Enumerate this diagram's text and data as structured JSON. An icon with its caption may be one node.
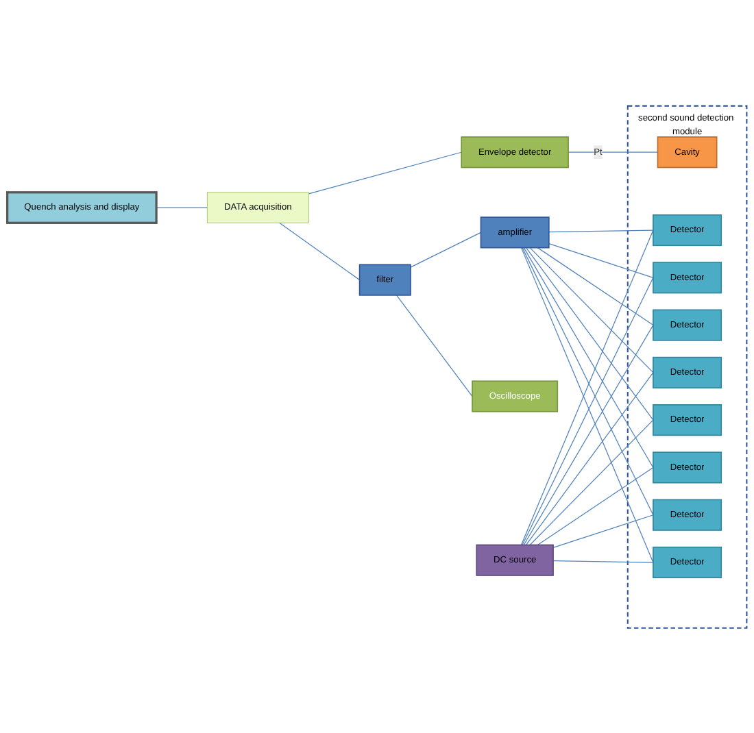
{
  "diagram": {
    "nodes": [
      {
        "text": [
          "second sound detection module"
        ]
      },
      {
        "text": [
          "Quench analysis and display"
        ]
      },
      {
        "text": [
          "DATA acquisition"
        ]
      },
      {
        "text": [
          "filter"
        ]
      },
      {
        "text": [
          "Oscilloscope"
        ]
      },
      {
        "text": [
          "amplifier"
        ]
      },
      {
        "text": [
          "Envelope detector"
        ]
      },
      {
        "text": [
          "DC source"
        ]
      },
      {
        "text": [
          "Detector"
        ],
        "in": 0
      },
      {
        "text": [
          "Detector"
        ],
        "in": 0
      },
      {
        "text": [
          "Detector"
        ],
        "in": 0
      },
      {
        "text": [
          "Detector"
        ],
        "in": 0
      },
      {
        "text": [
          "Cavity"
        ],
        "in": 0
      },
      {
        "text": [
          "Detector"
        ],
        "in": 0
      },
      {
        "text": [
          "Detector"
        ],
        "in": 0
      },
      {
        "text": [
          "Detector"
        ],
        "in": 0
      },
      {
        "text": [
          "Detector"
        ],
        "in": 0
      }
    ],
    "edges": [
      {
        "from": 1,
        "to": 2,
        "arrow": "none"
      },
      {
        "from": 2,
        "to": 3,
        "arrow": "none"
      },
      {
        "from": 3,
        "to": 4,
        "arrow": "none"
      },
      {
        "from": 3,
        "to": 5,
        "arrow": "none"
      },
      {
        "from": 2,
        "to": 6,
        "arrow": "none"
      },
      {
        "from": 6,
        "to": 12,
        "arrow": "none",
        "label": "Pt"
      },
      {
        "from": 5,
        "to": 8,
        "arrow": "none"
      },
      {
        "from": 5,
        "to": 9,
        "arrow": "none"
      },
      {
        "from": 5,
        "to": 10,
        "arrow": "none"
      },
      {
        "from": 5,
        "to": 11,
        "arrow": "none"
      },
      {
        "from": 5,
        "to": 13,
        "arrow": "none"
      },
      {
        "from": 5,
        "to": 14,
        "arrow": "none"
      },
      {
        "from": 5,
        "to": 15,
        "arrow": "none"
      },
      {
        "from": 5,
        "to": 16,
        "arrow": "none"
      },
      {
        "from": 7,
        "to": 8,
        "arrow": "none"
      },
      {
        "from": 7,
        "to": 9,
        "arrow": "none"
      },
      {
        "from": 7,
        "to": 10,
        "arrow": "none"
      },
      {
        "from": 7,
        "to": 11,
        "arrow": "none"
      },
      {
        "from": 7,
        "to": 13,
        "arrow": "none"
      },
      {
        "from": 7,
        "to": 14,
        "arrow": "none"
      },
      {
        "from": 7,
        "to": 15,
        "arrow": "none"
      },
      {
        "from": 7,
        "to": 16,
        "arrow": "none"
      }
    ]
  }
}
